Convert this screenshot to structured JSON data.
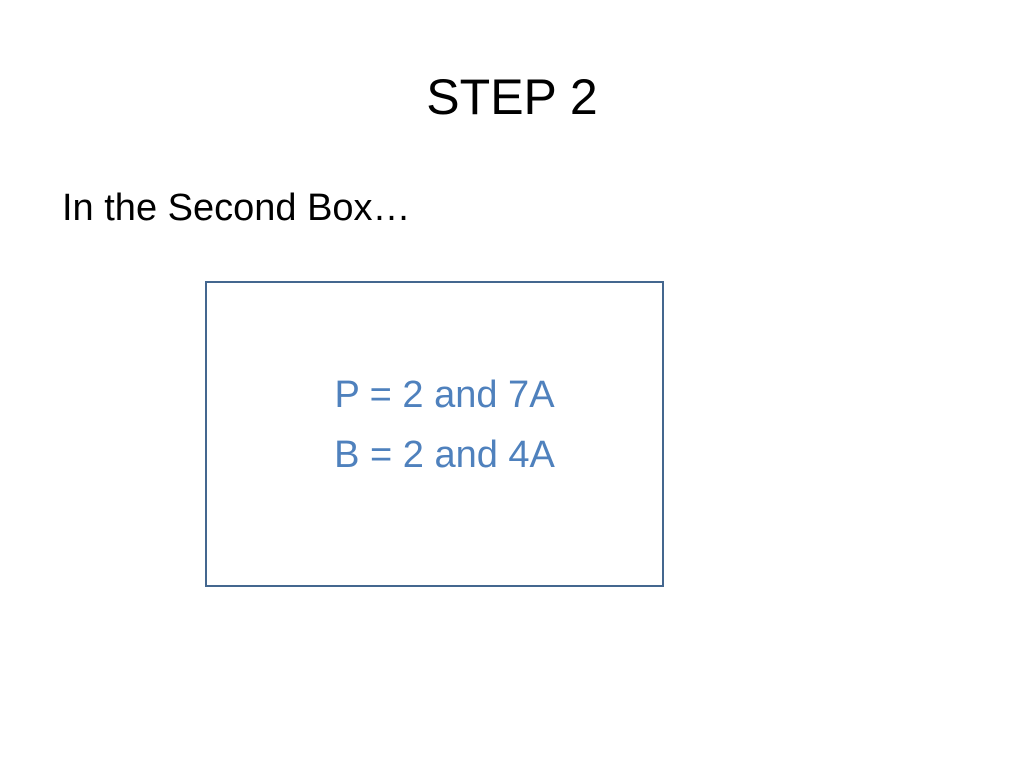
{
  "slide": {
    "title": "STEP 2",
    "subtitle": "In the Second Box…",
    "box": {
      "lines": [
        "P = 2 and 7A",
        "B = 2 and 4A"
      ]
    }
  },
  "colors": {
    "text": "#000000",
    "box_border": "#44678f",
    "box_text": "#4f81bd",
    "background": "#ffffff"
  }
}
